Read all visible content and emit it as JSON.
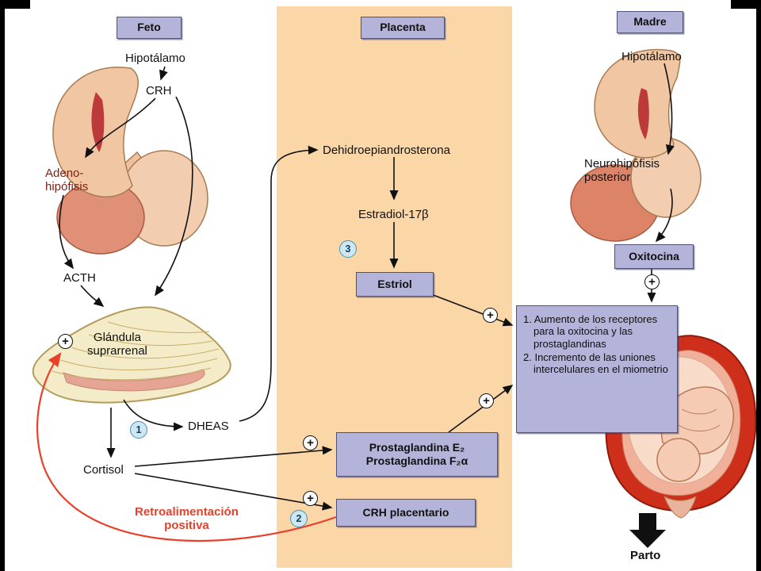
{
  "colors": {
    "placenta_band": "#fbd7a8",
    "label_box": "#b4b4db",
    "feedback_red": "#e8402a",
    "badge_blue": "#cde7f3",
    "uterus_red": "#ce2f1b",
    "gland_cream": "#f4ecc9",
    "brain_tan": "#f1c7a3"
  },
  "headers": {
    "feto": "Feto",
    "placenta": "Placenta",
    "madre": "Madre"
  },
  "feto": {
    "hipotalamo": "Hipotálamo",
    "crh": "CRH",
    "adenohipofisis": "Adeno-\nhipófisis",
    "acth": "ACTH",
    "glandula": "Glándula\nsuprarrenal",
    "dheas": "DHEAS",
    "cortisol": "Cortisol",
    "feedback": "Retroalimentación\npositiva"
  },
  "placenta": {
    "dehidroepiandrosterona": "Dehidroepiandrosterona",
    "estradiol": "Estradiol-17β",
    "estriol": "Estriol",
    "prostaglandina_e2": "Prostaglandina E₂",
    "prostaglandina_f2a": "Prostaglandina F₂α",
    "crh_placentario": "CRH placentario"
  },
  "madre": {
    "hipotalamo": "Hipotálamo",
    "neurohipofisis": "Neurohipófisis\nposterior",
    "oxitocina": "Oxitocina",
    "efecto_1": "1. Aumento de los receptores para la oxitocina y las prostaglandinas",
    "efecto_2": "2. Incremento de las uniones intercelulares en el miometrio",
    "parto": "Parto"
  },
  "badges": {
    "step_1": "1",
    "step_2": "2",
    "step_3": "3"
  },
  "icons": {
    "plus": "+"
  }
}
